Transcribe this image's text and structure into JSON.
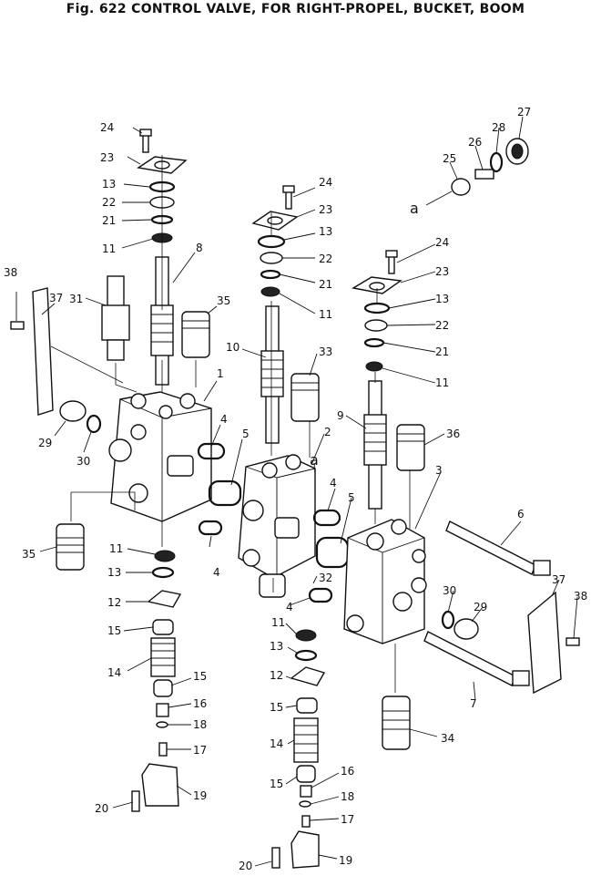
{
  "figure_title": "Fig. 622  CONTROL VALVE, FOR RIGHT-PROPEL, BUCKET, BOOM",
  "callouts": [
    {
      "id": "c24a",
      "text": "24"
    },
    {
      "id": "c23a",
      "text": "23"
    },
    {
      "id": "c13a",
      "text": "13"
    },
    {
      "id": "c22a",
      "text": "22"
    },
    {
      "id": "c21a",
      "text": "21"
    },
    {
      "id": "c11a",
      "text": "11"
    },
    {
      "id": "c8",
      "text": "8"
    },
    {
      "id": "c38a",
      "text": "38"
    },
    {
      "id": "c37a",
      "text": "37"
    },
    {
      "id": "c31",
      "text": "31"
    },
    {
      "id": "c35a",
      "text": "35"
    },
    {
      "id": "c1",
      "text": "1"
    },
    {
      "id": "c29a",
      "text": "29"
    },
    {
      "id": "c30a",
      "text": "30"
    },
    {
      "id": "c4a",
      "text": "4"
    },
    {
      "id": "c5a",
      "text": "5"
    },
    {
      "id": "c35b",
      "text": "35"
    },
    {
      "id": "c4b",
      "text": "4"
    },
    {
      "id": "c11b",
      "text": "11"
    },
    {
      "id": "c13b",
      "text": "13"
    },
    {
      "id": "c12a",
      "text": "12"
    },
    {
      "id": "c15a",
      "text": "15"
    },
    {
      "id": "c14a",
      "text": "14"
    },
    {
      "id": "c15b",
      "text": "15"
    },
    {
      "id": "c16a",
      "text": "16"
    },
    {
      "id": "c18a",
      "text": "18"
    },
    {
      "id": "c17a",
      "text": "17"
    },
    {
      "id": "c19a",
      "text": "19"
    },
    {
      "id": "c20a",
      "text": "20"
    },
    {
      "id": "c24b",
      "text": "24"
    },
    {
      "id": "c23b",
      "text": "23"
    },
    {
      "id": "c13c",
      "text": "13"
    },
    {
      "id": "c22b",
      "text": "22"
    },
    {
      "id": "c21b",
      "text": "21"
    },
    {
      "id": "c11c",
      "text": "11"
    },
    {
      "id": "c10",
      "text": "10"
    },
    {
      "id": "c33",
      "text": "33"
    },
    {
      "id": "c2",
      "text": "2"
    },
    {
      "id": "ca2",
      "text": "a"
    },
    {
      "id": "c4c",
      "text": "4"
    },
    {
      "id": "c5b",
      "text": "5"
    },
    {
      "id": "c32",
      "text": "32"
    },
    {
      "id": "c4d",
      "text": "4"
    },
    {
      "id": "c11d",
      "text": "11"
    },
    {
      "id": "c13d",
      "text": "13"
    },
    {
      "id": "c12b",
      "text": "12"
    },
    {
      "id": "c15c",
      "text": "15"
    },
    {
      "id": "c14b",
      "text": "14"
    },
    {
      "id": "c15d",
      "text": "15"
    },
    {
      "id": "c16b",
      "text": "16"
    },
    {
      "id": "c18b",
      "text": "18"
    },
    {
      "id": "c17b",
      "text": "17"
    },
    {
      "id": "c20b",
      "text": "20"
    },
    {
      "id": "c19b",
      "text": "19"
    },
    {
      "id": "c27",
      "text": "27"
    },
    {
      "id": "c28",
      "text": "28"
    },
    {
      "id": "c26",
      "text": "26"
    },
    {
      "id": "c25",
      "text": "25"
    },
    {
      "id": "ca1",
      "text": "a"
    },
    {
      "id": "c24c",
      "text": "24"
    },
    {
      "id": "c23c",
      "text": "23"
    },
    {
      "id": "c13e",
      "text": "13"
    },
    {
      "id": "c22c",
      "text": "22"
    },
    {
      "id": "c21c",
      "text": "21"
    },
    {
      "id": "c11e",
      "text": "11"
    },
    {
      "id": "c9",
      "text": "9"
    },
    {
      "id": "c36",
      "text": "36"
    },
    {
      "id": "c3",
      "text": "3"
    },
    {
      "id": "c6",
      "text": "6"
    },
    {
      "id": "c37b",
      "text": "37"
    },
    {
      "id": "c38b",
      "text": "38"
    },
    {
      "id": "c30b",
      "text": "30"
    },
    {
      "id": "c29b",
      "text": "29"
    },
    {
      "id": "c7",
      "text": "7"
    },
    {
      "id": "c34",
      "text": "34"
    }
  ]
}
